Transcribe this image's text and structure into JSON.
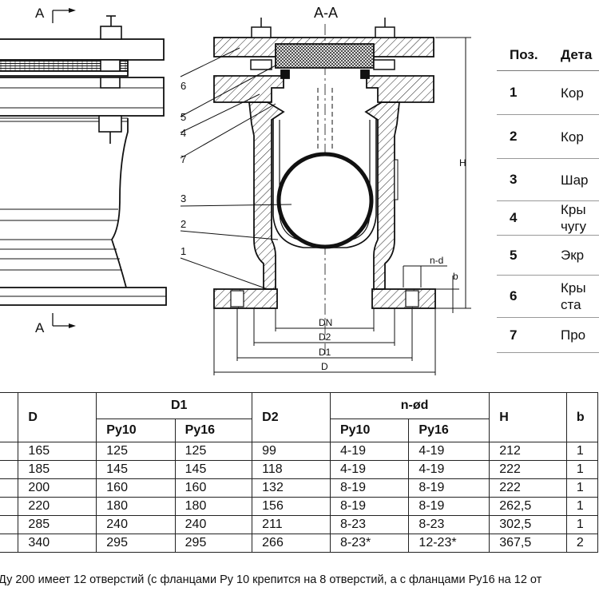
{
  "drawing": {
    "section_mark_top": "A",
    "section_mark_bottom": "A",
    "section_title": "A-A",
    "callouts": [
      "6",
      "5",
      "4",
      "7",
      "3",
      "2",
      "1"
    ],
    "dim_labels": {
      "h": "H",
      "nd": "n-d",
      "b": "b",
      "dn": "DN",
      "d2": "D2",
      "d1": "D1",
      "d": "D"
    }
  },
  "parts_table": {
    "headers": [
      "Поз.",
      "Дета"
    ],
    "rows": [
      {
        "pos": "1",
        "name": [
          "Кор"
        ]
      },
      {
        "pos": "2",
        "name": [
          "Кор"
        ]
      },
      {
        "pos": "3",
        "name": [
          "Шар"
        ]
      },
      {
        "pos": "4",
        "name": [
          "Кры",
          "чугу"
        ]
      },
      {
        "pos": "5",
        "name": [
          "Экр"
        ]
      },
      {
        "pos": "6",
        "name": [
          "Кры",
          "ста"
        ]
      },
      {
        "pos": "7",
        "name": [
          "Про"
        ]
      }
    ]
  },
  "dims_table": {
    "header_top": [
      "D",
      "D1",
      "D2",
      "n-ød",
      "H",
      "b"
    ],
    "header_sub": [
      "Ру10",
      "Ру16",
      "Ру10",
      "Ру16"
    ],
    "rows": [
      [
        "165",
        "125",
        "125",
        "99",
        "4-19",
        "4-19",
        "212",
        "1"
      ],
      [
        "185",
        "145",
        "145",
        "118",
        "4-19",
        "4-19",
        "222",
        "1"
      ],
      [
        "200",
        "160",
        "160",
        "132",
        "8-19",
        "8-19",
        "222",
        "1"
      ],
      [
        "220",
        "180",
        "180",
        "156",
        "8-19",
        "8-19",
        "262,5",
        "1"
      ],
      [
        "285",
        "240",
        "240",
        "211",
        "8-23",
        "8-23",
        "302,5",
        "1"
      ],
      [
        "340",
        "295",
        "295",
        "266",
        "8-23*",
        "12-23*",
        "367,5",
        "2"
      ]
    ]
  },
  "footnote": "Ду 200 имеет 12 отверстий (с фланцами Ру 10 крепится на 8 отверстий, а с фланцами Ру16 на 12 от"
}
